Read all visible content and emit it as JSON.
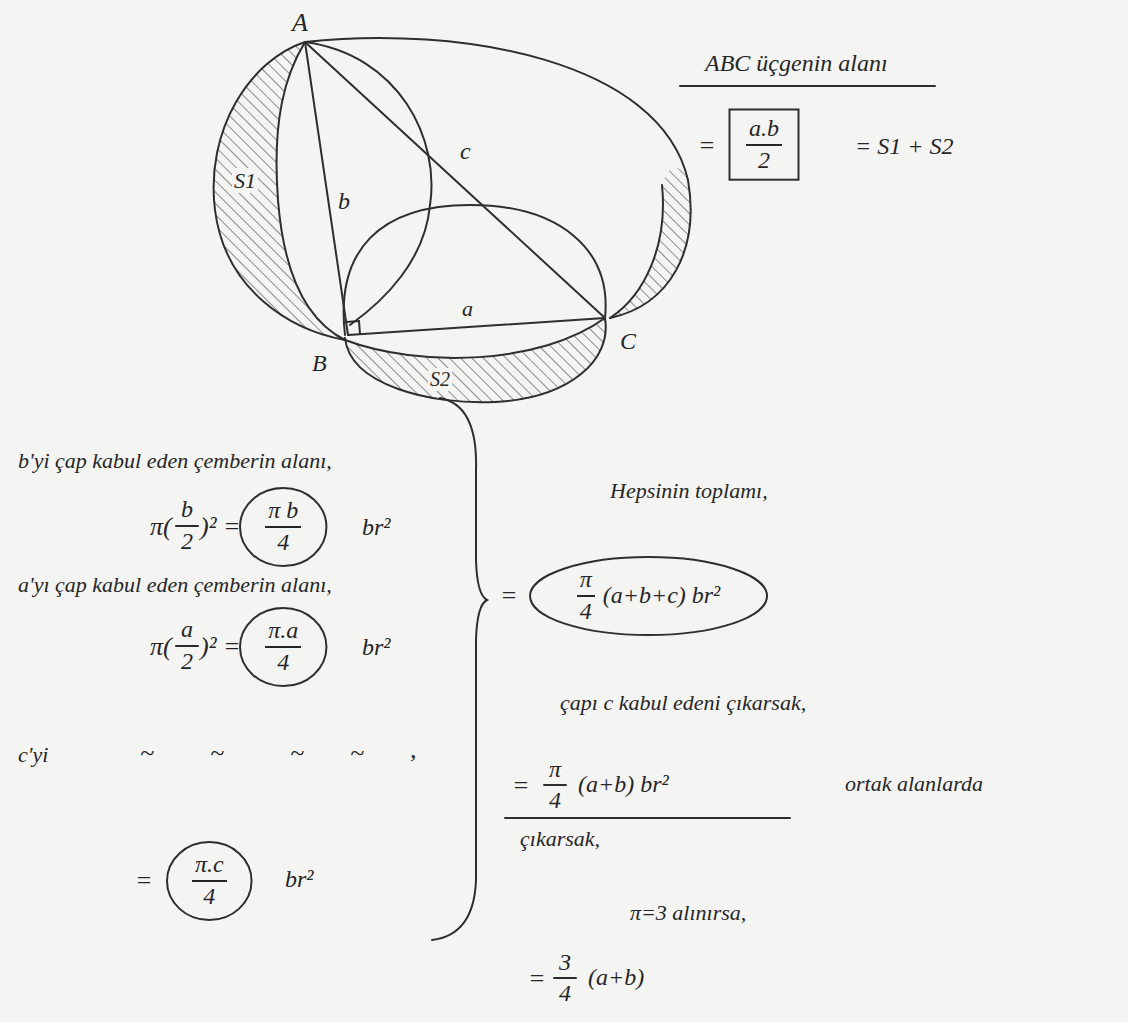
{
  "diagram": {
    "nodes": [
      {
        "text": [
          "a.b",
          "2"
        ]
      },
      {
        "text": [
          "π b",
          "4"
        ]
      },
      {
        "text": [
          "π.a",
          "4"
        ]
      },
      {
        "text": [
          "π.c",
          "4"
        ]
      },
      {
        "text": [
          "π",
          "4",
          "(a+b+c) br²"
        ]
      }
    ],
    "labels": [
      "A",
      "S1",
      "b",
      "c",
      "B",
      "a",
      "C",
      "S2",
      "ABC üçgenin alanı",
      "=",
      "= S1 + S2",
      "b'yi çap kabul eden çemberin alanı,",
      "π(",
      "b",
      "2",
      ")² =",
      "br²",
      "a'yı çap kabul eden çemberin alanı,",
      "π(",
      "a",
      "2",
      ")² =",
      "br²",
      "c'yi",
      "~",
      "~",
      "~",
      "~",
      ",",
      "=",
      "br²",
      "Hepsinin toplamı,",
      "=",
      "çapı c kabul edeni çıkarsak,",
      "=",
      "π",
      "4",
      "(a+b) br²",
      "ortak alanlarda",
      "çıkarsak,",
      "π=3 alınırsa,",
      "=",
      "3",
      "4",
      "(a+b)"
    ]
  }
}
